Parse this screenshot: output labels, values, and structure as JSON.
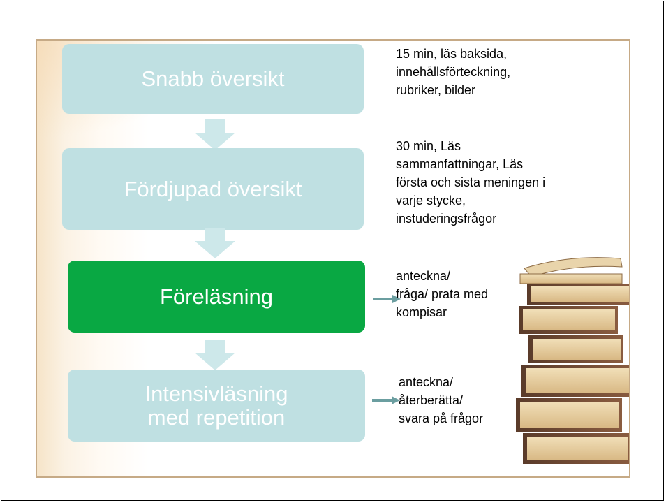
{
  "flow": {
    "steps": [
      {
        "label": "Snabb översikt",
        "state": "inactive",
        "color": "#bfe0e2"
      },
      {
        "label": "Fördjupad översikt",
        "state": "inactive",
        "color": "#bfe0e2"
      },
      {
        "label": "Föreläsning",
        "state": "active",
        "color": "#09a843"
      },
      {
        "label_lines": [
          "Intensivläsning",
          "med repetition"
        ],
        "state": "inactive",
        "color": "#bfe0e2"
      }
    ]
  },
  "notes": [
    {
      "lines": [
        "15 min, läs baksida,",
        "innehållsförteckning,",
        "rubriker, bilder"
      ]
    },
    {
      "lines": [
        "30 min, Läs",
        "sammanfattningar, Läs",
        "första och sista meningen i",
        "varje stycke,",
        "instuderingsfrågor"
      ]
    },
    {
      "lines": [
        "anteckna/",
        "fråga/ prata med",
        "kompisar"
      ]
    },
    {
      "lines": [
        "anteckna/",
        "återberätta/",
        "svara på frågor"
      ]
    }
  ],
  "colors": {
    "light_box": "#bfe0e2",
    "active_box": "#09a843",
    "arrow": "#cde8ea",
    "side_arrow": "#6b9ea0",
    "frame": "#c6aa86"
  },
  "icons": {
    "down_arrows": "chevron-down-arrow",
    "side_arrows": "right-arrow",
    "illustration": "book-stack"
  }
}
